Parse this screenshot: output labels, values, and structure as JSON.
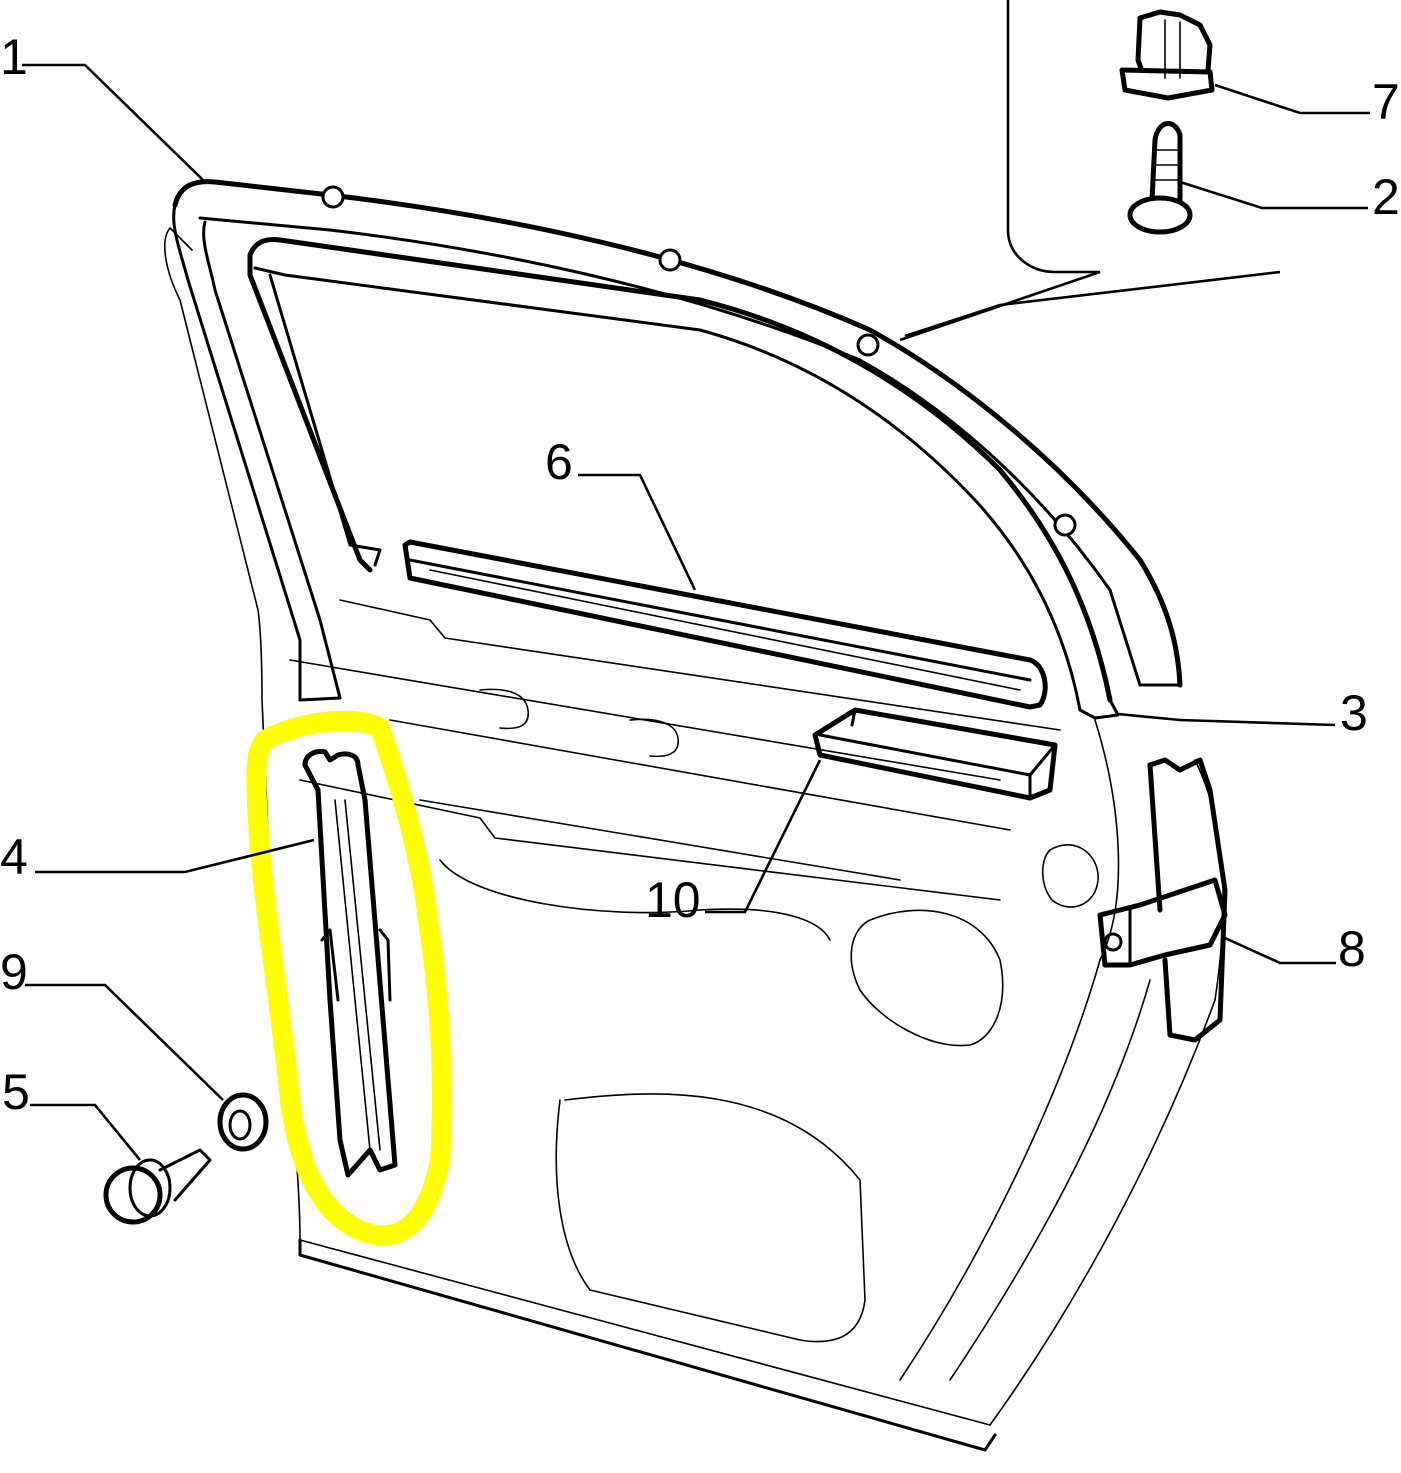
{
  "diagram": {
    "type": "exploded-parts-diagram",
    "subject": "rear door with window frame seals and channels",
    "background": "#ffffff",
    "line_color": "#000000",
    "highlight": {
      "color": "#ffff00",
      "target_part": "4",
      "shape": "freehand-outline"
    },
    "callouts": [
      {
        "id": "1",
        "label": "1"
      },
      {
        "id": "2",
        "label": "2"
      },
      {
        "id": "3",
        "label": "3"
      },
      {
        "id": "4",
        "label": "4"
      },
      {
        "id": "5",
        "label": "5"
      },
      {
        "id": "6",
        "label": "6"
      },
      {
        "id": "7",
        "label": "7"
      },
      {
        "id": "8",
        "label": "8"
      },
      {
        "id": "9",
        "label": "9"
      },
      {
        "id": "10",
        "label": "10"
      }
    ],
    "parts": [
      {
        "callout": "1",
        "name": "window-frame-outer-seal"
      },
      {
        "callout": "2",
        "name": "screw"
      },
      {
        "callout": "3",
        "name": "window-frame-inner-seal"
      },
      {
        "callout": "4",
        "name": "front-window-guide-channel"
      },
      {
        "callout": "5",
        "name": "screw"
      },
      {
        "callout": "6",
        "name": "window-sill-strip"
      },
      {
        "callout": "7",
        "name": "clip-nut"
      },
      {
        "callout": "8",
        "name": "rear-window-guide-channel"
      },
      {
        "callout": "9",
        "name": "washer"
      },
      {
        "callout": "10",
        "name": "spacer-block"
      }
    ]
  }
}
